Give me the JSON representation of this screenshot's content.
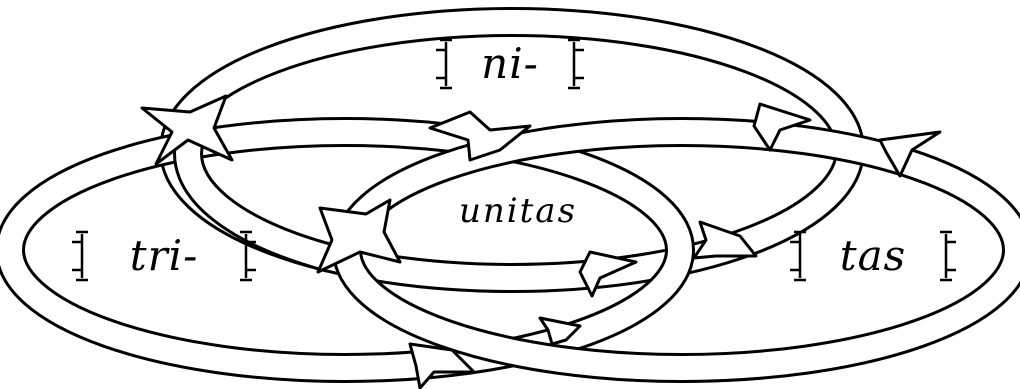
{
  "diagram": {
    "labels": {
      "top": "ni-",
      "left": "tri-",
      "right": "tas",
      "center": "unitas"
    }
  }
}
